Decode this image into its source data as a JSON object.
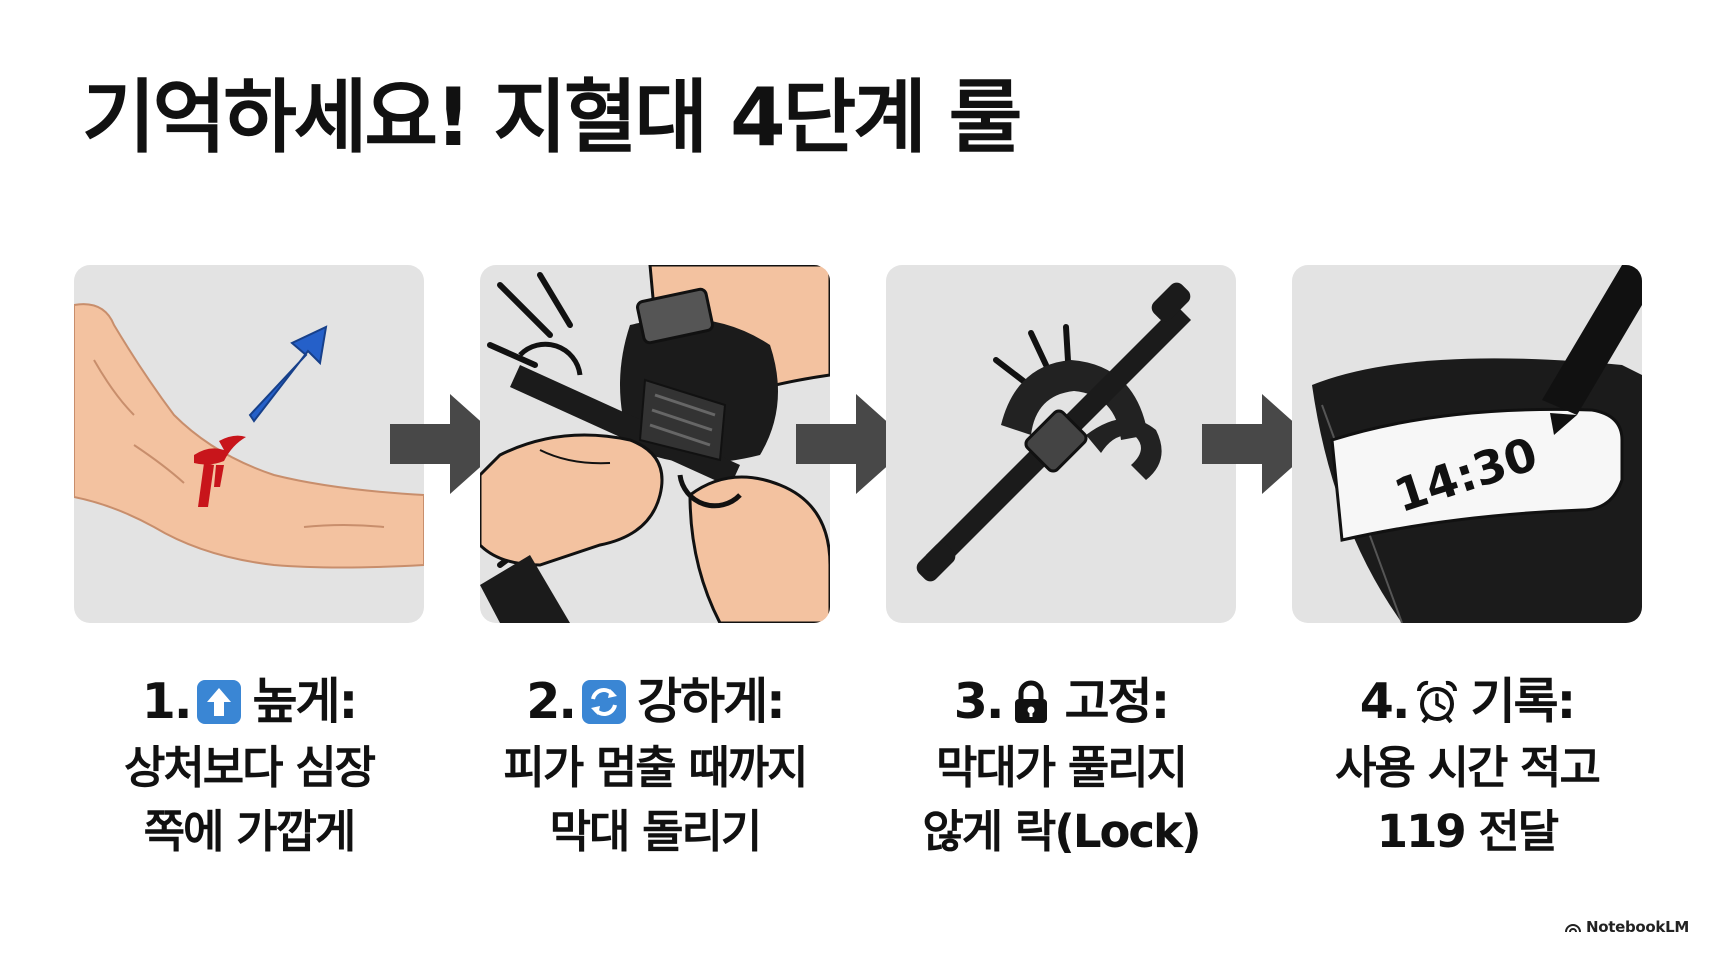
{
  "title": "기억하세요! 지혈대 4단계 룰",
  "steps": [
    {
      "number": "1.",
      "icon": "up-arrow-icon",
      "heading": "높게:",
      "lines": [
        "상처보다 심장",
        "쪽에 가깝게"
      ]
    },
    {
      "number": "2.",
      "icon": "rotate-arrows-icon",
      "heading": "강하게:",
      "lines": [
        "피가 멈출 때까지",
        "막대 돌리기"
      ]
    },
    {
      "number": "3.",
      "icon": "lock-icon",
      "heading": "고정:",
      "lines": [
        "막대가 풀리지",
        "않게 락(Lock)"
      ]
    },
    {
      "number": "4.",
      "icon": "alarm-clock-icon",
      "heading": "기록:",
      "lines": [
        "사용 시간 적고",
        "119 전달"
      ]
    }
  ],
  "panel4": {
    "time_text": "14:30"
  },
  "brand": "NotebookLM",
  "colors": {
    "panel_bg": "#e3e3e3",
    "arrow": "#484848",
    "skin": "#f3c2a0",
    "blood": "#c8151b",
    "blue_arrow": "#2560c9",
    "icon_blue": "#3a86d4",
    "tourniquet": "#1b1b1b"
  }
}
